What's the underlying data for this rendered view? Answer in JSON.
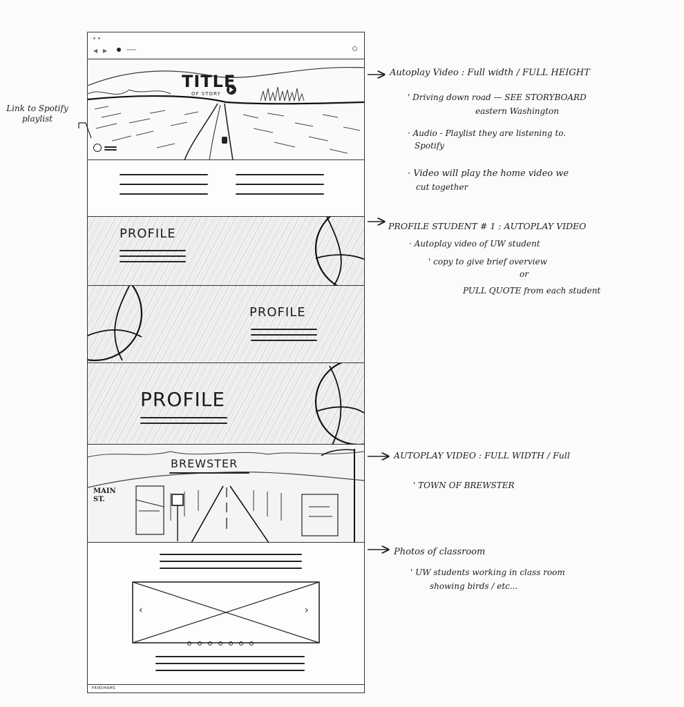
{
  "wireframe": {
    "hero": {
      "title": "TITLE",
      "subtitle": "OF STORY"
    },
    "profiles": [
      "PROFILE",
      "PROFILE",
      "PROFILE"
    ],
    "town": {
      "title": "BREWSTER",
      "street_sign": "MAIN ST."
    },
    "footer_logo": "FRIEDHAMS"
  },
  "annotations": {
    "spotify_link": "Link to Spotify playlist",
    "hero": {
      "heading": "Autoplay Video : Full width / FULL HEIGHT",
      "notes": [
        "' Driving down road — SEE STORYBOARD",
        "eastern Washington",
        "· Audio - Playlist they are listening to.",
        "Spotify",
        "· Video will play the home video we",
        "cut together"
      ]
    },
    "profile": {
      "heading": "PROFILE STUDENT # 1 : AUTOPLAY VIDEO",
      "notes": [
        "· Autoplay video of UW student",
        "' copy to give brief overview",
        "or",
        "PULL QUOTE from each student"
      ]
    },
    "town": {
      "heading": "AUTOPLAY VIDEO : FULL WIDTH / Full",
      "notes": [
        "' TOWN OF BREWSTER"
      ]
    },
    "classroom": {
      "heading": "Photos of classroom",
      "notes": [
        "' UW students working in class room",
        "showing birds / etc..."
      ]
    }
  }
}
